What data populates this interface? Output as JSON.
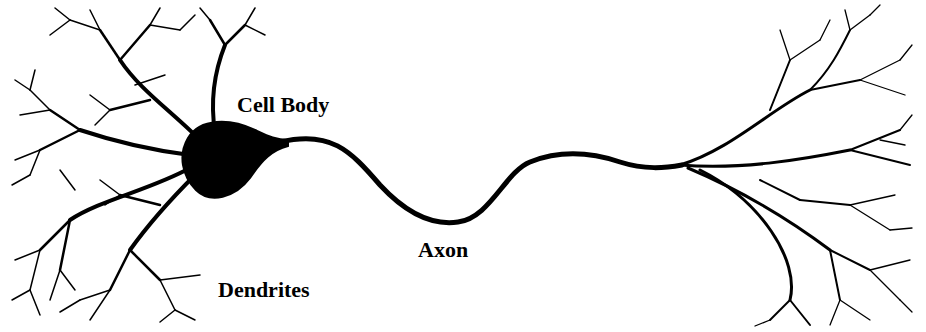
{
  "diagram": {
    "labels": [
      "Cell Body",
      "Axon",
      "Dendrites"
    ]
  }
}
